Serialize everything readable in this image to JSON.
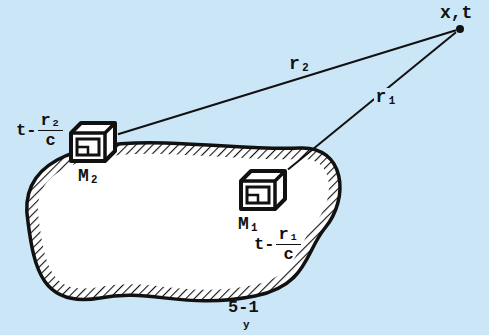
{
  "diagram": {
    "nodes": [
      {
        "text": [
          "M₂"
        ]
      },
      {
        "text": [
          "M₁"
        ]
      },
      {
        "text": [
          "x,t"
        ]
      }
    ],
    "edges": [
      {
        "from": 0,
        "to": 2,
        "label": "r₂",
        "arrow": "none"
      },
      {
        "from": 1,
        "to": 2,
        "label": "r₁",
        "arrow": "none"
      }
    ],
    "labels": [
      "t-",
      "r₂",
      "c",
      "t-",
      "r₁",
      "c",
      "5-1",
      "y"
    ]
  }
}
